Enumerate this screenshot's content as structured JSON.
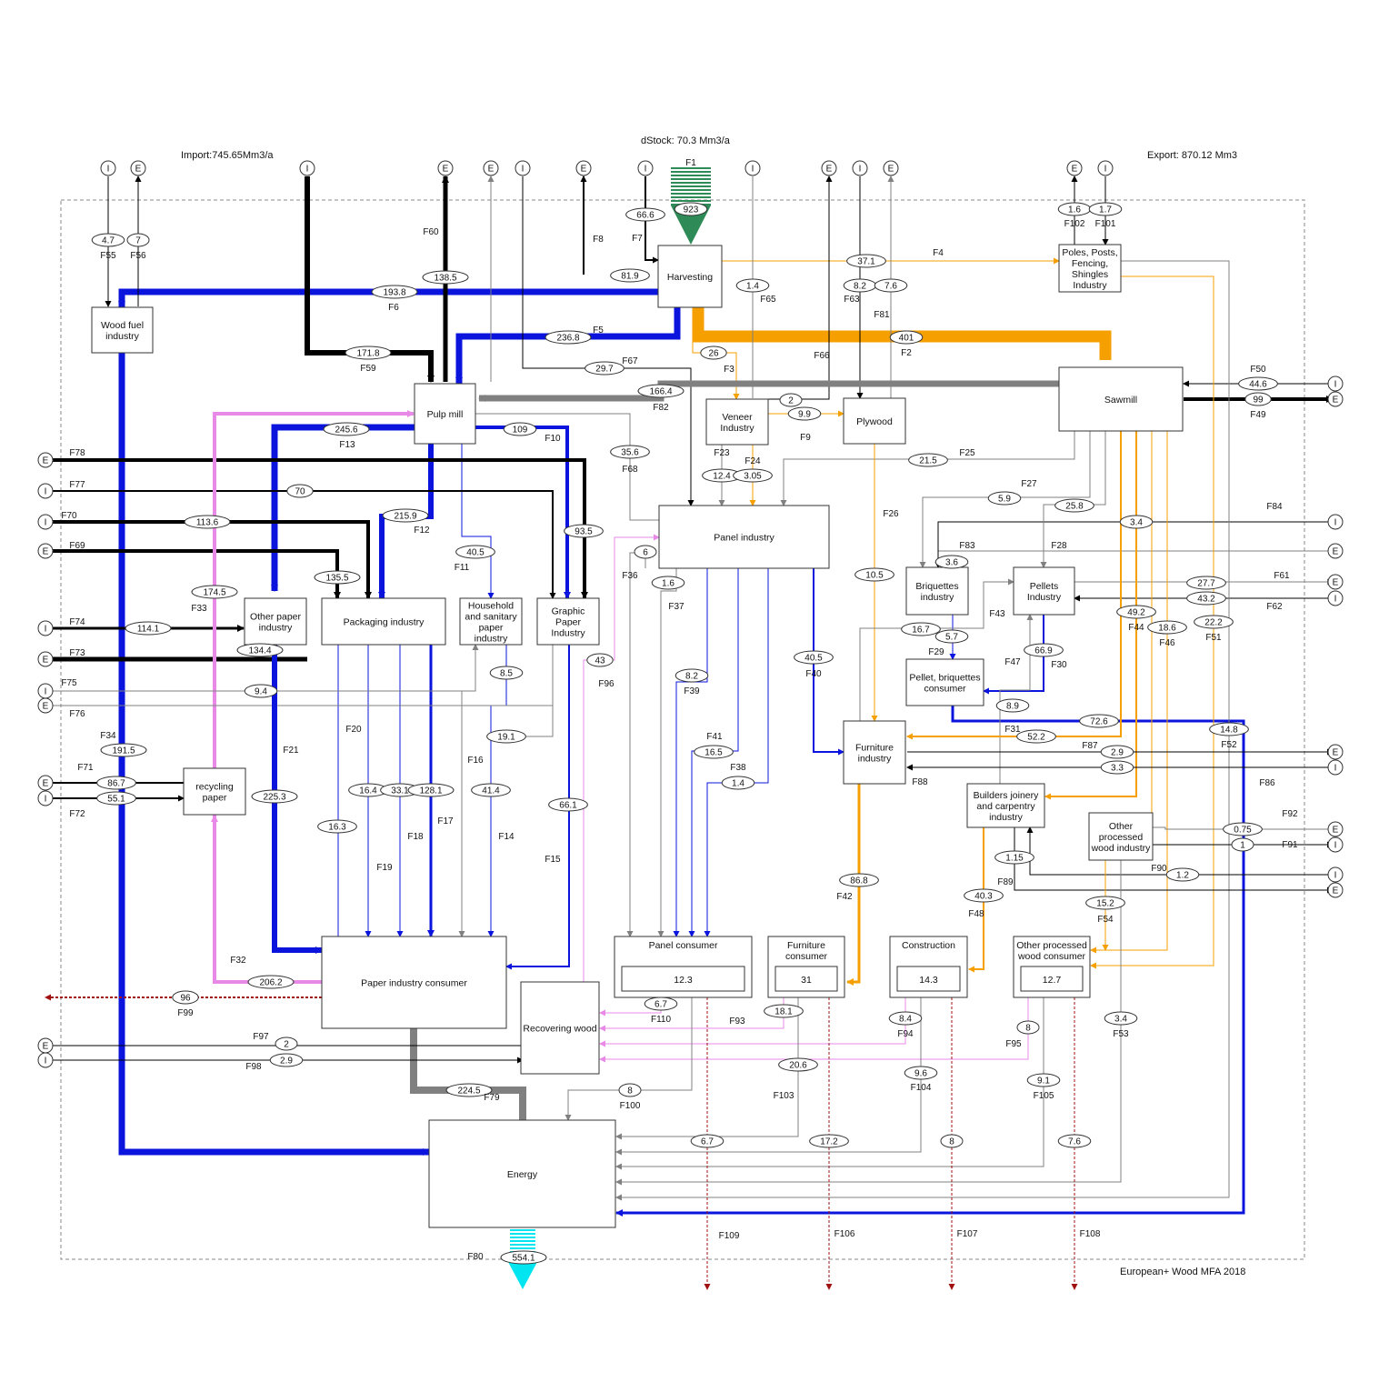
{
  "header": {
    "import": "Import:745.65Mm3/a",
    "dstock": "dStock: 70.3 Mm3/a",
    "export": "Export: 870.12 Mm3",
    "footer": "European+ Wood MFA 2018"
  },
  "colors": {
    "blue": "#0a14dc",
    "black": "#000000",
    "orange": "#f5a000",
    "gray": "#808080",
    "pink": "#e889e8",
    "green": "#2e8b57",
    "cyan": "#00e5f0",
    "darkred": "#a01010"
  },
  "boxes": [
    {
      "id": "harvesting",
      "label": [
        "Harvesting"
      ]
    },
    {
      "id": "poles",
      "label": [
        "Poles, Posts,",
        "Fencing,",
        "Shingles",
        "Industry"
      ]
    },
    {
      "id": "woodfuel",
      "label": [
        "Wood fuel",
        "industry"
      ]
    },
    {
      "id": "pulpmill",
      "label": [
        "Pulp mill"
      ]
    },
    {
      "id": "sawmill",
      "label": [
        "Sawmill"
      ]
    },
    {
      "id": "veneer",
      "label": [
        "Veneer",
        "Industry"
      ]
    },
    {
      "id": "plywood",
      "label": [
        "Plywood"
      ]
    },
    {
      "id": "panel",
      "label": [
        "Panel industry"
      ]
    },
    {
      "id": "otherpaper",
      "label": [
        "Other paper",
        "industry"
      ]
    },
    {
      "id": "packaging",
      "label": [
        "Packaging industry"
      ]
    },
    {
      "id": "household",
      "label": [
        "Household",
        "and sanitary",
        "paper",
        "industry"
      ]
    },
    {
      "id": "graphic",
      "label": [
        "Graphic",
        "Paper",
        "Industry"
      ]
    },
    {
      "id": "briquettes",
      "label": [
        "Briquettes",
        "industry"
      ]
    },
    {
      "id": "pellets",
      "label": [
        "Pellets",
        "Industry"
      ]
    },
    {
      "id": "pelletcons",
      "label": [
        "Pellet, briquettes",
        "consumer"
      ]
    },
    {
      "id": "furniture",
      "label": [
        "Furniture",
        "industry"
      ]
    },
    {
      "id": "builders",
      "label": [
        "Builders joinery",
        "and carpentry",
        "industry"
      ]
    },
    {
      "id": "otherproc",
      "label": [
        "Other",
        "processed",
        "wood industry"
      ]
    },
    {
      "id": "recycling",
      "label": [
        "recycling",
        "paper"
      ]
    },
    {
      "id": "paperconsumer",
      "label": [
        "Paper industry consumer"
      ]
    },
    {
      "id": "recovering",
      "label": [
        "Recovering wood"
      ]
    },
    {
      "id": "energy",
      "label": [
        "Energy"
      ]
    }
  ],
  "consumers": [
    {
      "id": "panelcons",
      "label": [
        "Panel consumer"
      ],
      "value": "12.3"
    },
    {
      "id": "furncons",
      "label": [
        "Furniture",
        "consumer"
      ],
      "value": "31"
    },
    {
      "id": "construction",
      "label": [
        "Construction"
      ],
      "value": "14.3"
    },
    {
      "id": "otherpcons",
      "label": [
        "Other processed",
        "wood consumer"
      ],
      "value": "12.7"
    }
  ],
  "nodes": [
    {
      "id": "n1",
      "label": "I"
    },
    {
      "id": "n2",
      "label": "E"
    },
    {
      "id": "n3",
      "label": "I"
    },
    {
      "id": "n4",
      "label": "E"
    },
    {
      "id": "n5",
      "label": "E"
    },
    {
      "id": "n6",
      "label": "I"
    },
    {
      "id": "n7",
      "label": "E"
    },
    {
      "id": "n8",
      "label": "I"
    },
    {
      "id": "n9",
      "label": "I"
    },
    {
      "id": "n10",
      "label": "E"
    },
    {
      "id": "n11",
      "label": "I"
    },
    {
      "id": "n12",
      "label": "E"
    },
    {
      "id": "n13",
      "label": "E"
    },
    {
      "id": "n14",
      "label": "I"
    },
    {
      "id": "n15",
      "label": "E"
    },
    {
      "id": "n16",
      "label": "I"
    },
    {
      "id": "n17",
      "label": "I"
    },
    {
      "id": "n18",
      "label": "E"
    },
    {
      "id": "n19",
      "label": "I"
    },
    {
      "id": "n20",
      "label": "E"
    },
    {
      "id": "n21",
      "label": "I"
    },
    {
      "id": "n22",
      "label": "E"
    },
    {
      "id": "n23",
      "label": "E"
    },
    {
      "id": "n24",
      "label": "I"
    },
    {
      "id": "n25",
      "label": "I"
    },
    {
      "id": "n26",
      "label": "E"
    },
    {
      "id": "n27",
      "label": "I"
    },
    {
      "id": "n28",
      "label": "E"
    },
    {
      "id": "n29",
      "label": "E"
    },
    {
      "id": "n30",
      "label": "I"
    },
    {
      "id": "n31",
      "label": "E"
    },
    {
      "id": "n32",
      "label": "I"
    },
    {
      "id": "n33",
      "label": "E"
    },
    {
      "id": "n34",
      "label": "I"
    },
    {
      "id": "n35",
      "label": "I"
    },
    {
      "id": "n36",
      "label": "E"
    },
    {
      "id": "n37",
      "label": "I"
    },
    {
      "id": "n38",
      "label": "E"
    }
  ],
  "values": [
    "923",
    "66.6",
    "81.9",
    "193.8",
    "138.5",
    "171.8",
    "236.8",
    "29.7",
    "4.7",
    "7",
    "37.1",
    "401",
    "26",
    "1.4",
    "8.2",
    "7.6",
    "2",
    "9.9",
    "166.4",
    "1.6",
    "1.7",
    "44.6",
    "99",
    "245.6",
    "109",
    "35.6",
    "12.4",
    "3.05",
    "21.5",
    "70",
    "113.6",
    "215.9",
    "93.5",
    "135.5",
    "40.5",
    "6",
    "174.5",
    "1.6",
    "5.9",
    "25.8",
    "3.4",
    "3.6",
    "10.5",
    "27.7",
    "43.2",
    "16.7",
    "5.7",
    "49.2",
    "18.6",
    "22.2",
    "114.1",
    "134.4",
    "43",
    "8.5",
    "8.2",
    "40.5",
    "66.9",
    "9.4",
    "8.9",
    "72.6",
    "191.5",
    "19.1",
    "52.2",
    "14.8",
    "16.5",
    "2.9",
    "3.3",
    "86.7",
    "55.1",
    "225.3",
    "1.4",
    "16.4",
    "33.1",
    "128.1",
    "41.4",
    "66.1",
    "0.75",
    "16.3",
    "1",
    "1.15",
    "1.2",
    "86.8",
    "40.3",
    "15.2",
    "206.2",
    "96",
    "6.7",
    "18.1",
    "8.4",
    "8",
    "2",
    "2.9",
    "3.4",
    "20.6",
    "9.6",
    "9.1",
    "224.5",
    "8",
    "6.7",
    "17.2",
    "8",
    "7.6",
    "554.1"
  ],
  "flow_labels": [
    "F1",
    "F2",
    "F3",
    "F4",
    "F5",
    "F6",
    "F7",
    "F8",
    "F9",
    "F10",
    "F11",
    "F12",
    "F13",
    "F14",
    "F15",
    "F16",
    "F17",
    "F18",
    "F19",
    "F20",
    "F21",
    "F23",
    "F24",
    "F25",
    "F26",
    "F27",
    "F28",
    "F29",
    "F30",
    "F31",
    "F32",
    "F33",
    "F34",
    "F36",
    "F37",
    "F38",
    "F39",
    "F40",
    "F41",
    "F42",
    "F43",
    "F44",
    "F46",
    "F47",
    "F48",
    "F49",
    "F50",
    "F51",
    "F52",
    "F53",
    "F54",
    "F55",
    "F56",
    "F59",
    "F60",
    "F61",
    "F62",
    "F63",
    "F65",
    "F66",
    "F67",
    "F68",
    "F69",
    "F70",
    "F71",
    "F72",
    "F73",
    "F74",
    "F75",
    "F76",
    "F77",
    "F78",
    "F79",
    "F80",
    "F81",
    "F82",
    "F83",
    "F84",
    "F86",
    "F87",
    "F88",
    "F89",
    "F90",
    "F91",
    "F92",
    "F93",
    "F94",
    "F95",
    "F96",
    "F97",
    "F98",
    "F99",
    "F100",
    "F101",
    "F102",
    "F103",
    "F104",
    "F105",
    "F106",
    "F107",
    "F108",
    "F109",
    "F110"
  ]
}
